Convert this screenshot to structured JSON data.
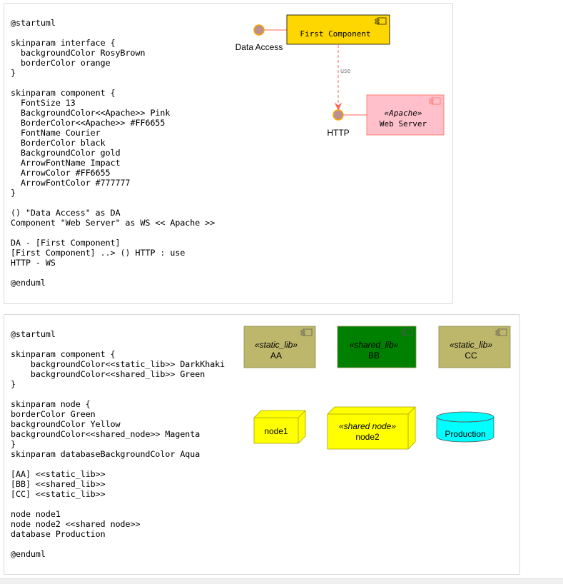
{
  "diagram1": {
    "code_lines": [
      "@startuml",
      "",
      "skinparam interface {",
      "  backgroundColor RosyBrown",
      "  borderColor orange",
      "}",
      "",
      "skinparam component {",
      "  FontSize 13",
      "  BackgroundColor<<Apache>> Pink",
      "  BorderColor<<Apache>> #FF6655",
      "  FontName Courier",
      "  BorderColor black",
      "  BackgroundColor gold",
      "  ArrowFontName Impact",
      "  ArrowColor #FF6655",
      "  ArrowFontColor #777777",
      "}",
      "",
      "() \"Data Access\" as DA",
      "Component \"Web Server\" as WS << Apache >>",
      "",
      "DA - [First Component]",
      "[First Component] ..> () HTTP : use",
      "HTTP - WS",
      "",
      "@enduml"
    ],
    "interface_da_label": "Data Access",
    "component_first_label": "First Component",
    "arrow_label": "use",
    "interface_http_label": "HTTP",
    "component_ws_stereotype": "«Apache»",
    "component_ws_label": "Web Server",
    "colors": {
      "interface_fill": "#BC8F8F",
      "interface_border": "#FFA500",
      "component_fill": "#FFD700",
      "component_border": "#000000",
      "apache_fill": "#FFC0CB",
      "apache_border": "#FF6655",
      "arrow": "#FF6655",
      "arrow_font": "#777777"
    }
  },
  "diagram2": {
    "code_lines": [
      "@startuml",
      "",
      "skinparam component {",
      "    backgroundColor<<static_lib>> DarkKhaki",
      "    backgroundColor<<shared_lib>> Green",
      "}",
      "",
      "skinparam node {",
      "borderColor Green",
      "backgroundColor Yellow",
      "backgroundColor<<shared_node>> Magenta",
      "}",
      "skinparam databaseBackgroundColor Aqua",
      "",
      "[AA] <<static_lib>>",
      "[BB] <<shared_lib>>",
      "[CC] <<static_lib>>",
      "",
      "node node1",
      "node node2 <<shared node>>",
      "database Production",
      "",
      "@enduml"
    ],
    "components": [
      {
        "stereotype": "«static_lib»",
        "label": "AA",
        "fill": "#BDB76B"
      },
      {
        "stereotype": "«shared_lib»",
        "label": "BB",
        "fill": "#008000"
      },
      {
        "stereotype": "«static_lib»",
        "label": "CC",
        "fill": "#BDB76B"
      }
    ],
    "node1_label": "node1",
    "node2_stereotype": "«shared node»",
    "node2_label": "node2",
    "database_label": "Production",
    "colors": {
      "node_fill": "#FFFF00",
      "node_border": "#A0A000",
      "database_fill": "#00FFFF",
      "component_border": "#8A8A4A"
    }
  }
}
